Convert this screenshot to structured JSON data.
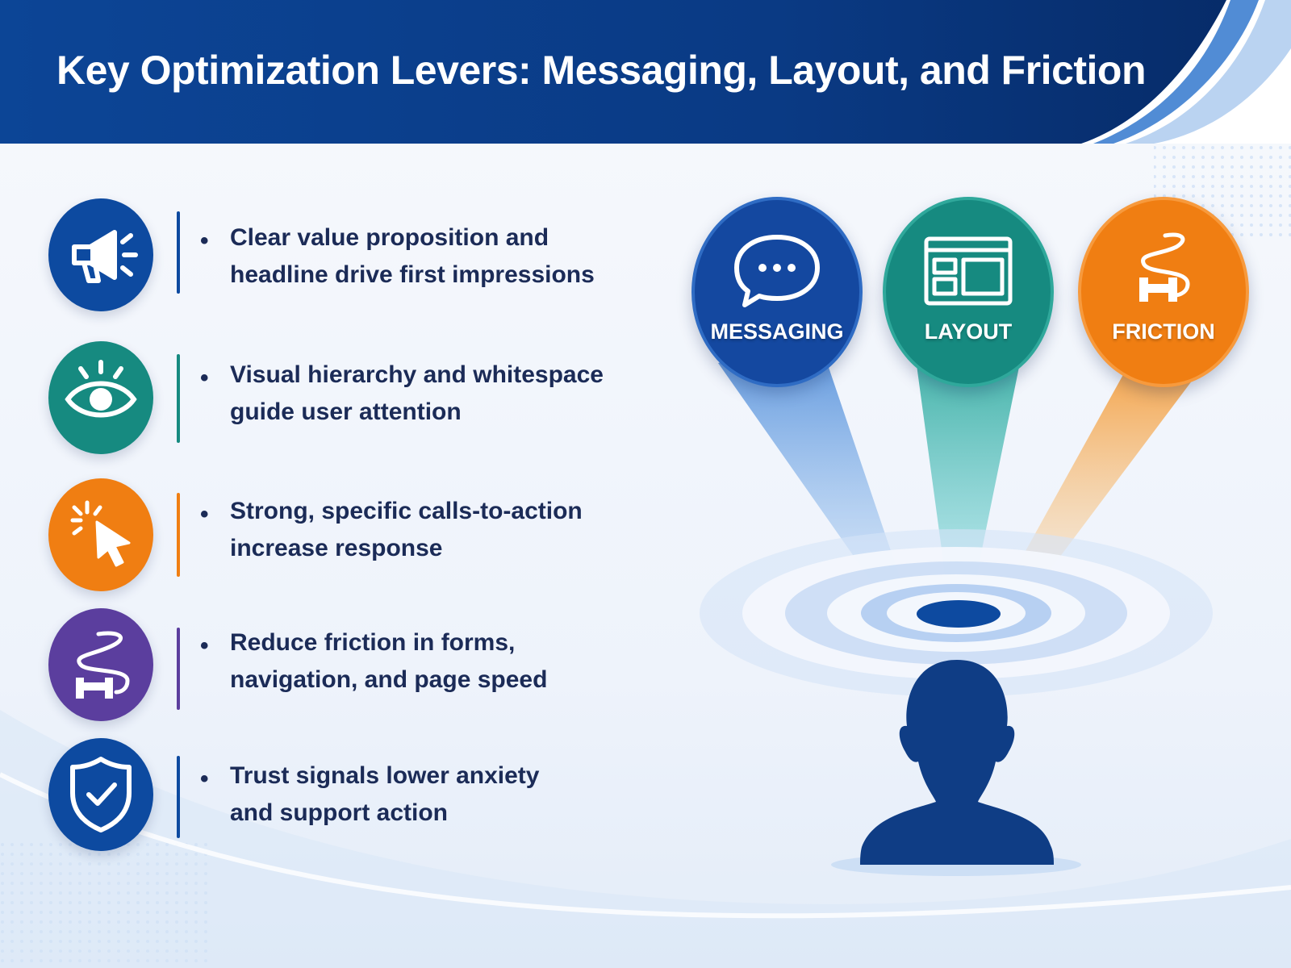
{
  "header": {
    "title": "Key Optimization Levers: Messaging, Layout, and Friction"
  },
  "levers": [
    {
      "icon": "megaphone-icon",
      "color": "#0d4aa0",
      "bullet": "•",
      "text": "Clear value proposition and\nheadline drive first impressions"
    },
    {
      "icon": "eye-icon",
      "color": "#168a80",
      "bullet": "•",
      "text": "Visual hierarchy and whitespace\nguide user attention"
    },
    {
      "icon": "cursor-click-icon",
      "color": "#f07e12",
      "bullet": "•",
      "text": "Strong, specific calls-to-action\nincrease response"
    },
    {
      "icon": "winding-path-icon",
      "color": "#5b3e9e",
      "bullet": "•",
      "text": "Reduce friction in forms,\nnavigation, and page speed"
    },
    {
      "icon": "shield-check-icon",
      "color": "#0d4aa0",
      "bullet": "•",
      "text": "Trust signals lower anxiety\nand support action"
    }
  ],
  "nodes": [
    {
      "label": "MESSAGING",
      "icon": "chat-bubble-icon",
      "color": "#1448a0"
    },
    {
      "label": "LAYOUT",
      "icon": "layout-icon",
      "color": "#168a80"
    },
    {
      "label": "FRICTION",
      "icon": "winding-path-icon",
      "color": "#f07e12"
    }
  ],
  "colors": {
    "header_dark": "#062a66",
    "header_mid": "#0d4aa0",
    "text_dark": "#1b2b57",
    "user_silhouette": "#0f3d85",
    "ring_light": "#cfe0f6"
  }
}
